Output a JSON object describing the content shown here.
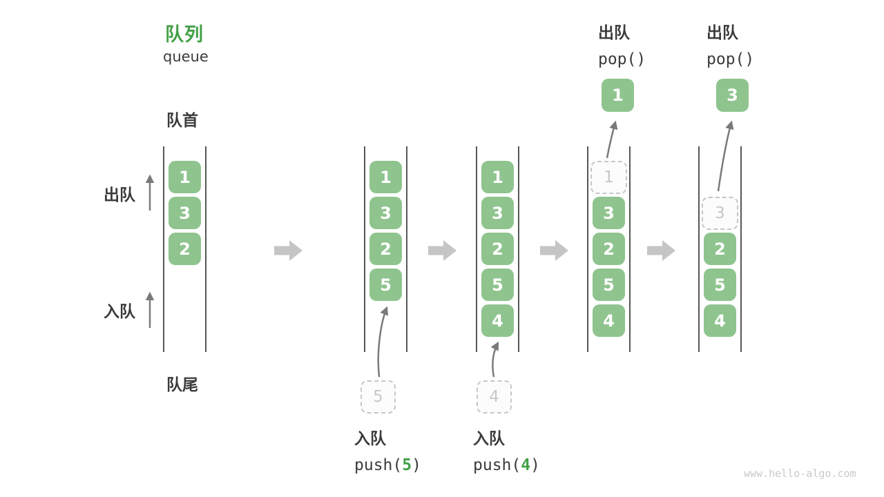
{
  "title": {
    "zh": "队列",
    "en": "queue"
  },
  "side_labels": {
    "front": "队首",
    "rear": "队尾",
    "dequeue": "出队",
    "enqueue": "入队"
  },
  "colors": {
    "box_green": "#8fc48f",
    "accent_green": "#43a047",
    "text_dark": "#3b3b3b",
    "muted_gray": "#c6c6c6",
    "block_arrow_gray": "#c5c5c5",
    "thin_arrow_gray": "#7a7a7a",
    "container_line": "#565656"
  },
  "states": [
    {
      "name": "initial",
      "slots": [
        {
          "value": "1",
          "type": "solid"
        },
        {
          "value": "3",
          "type": "solid"
        },
        {
          "value": "2",
          "type": "solid"
        }
      ]
    },
    {
      "name": "after-push-5",
      "slots": [
        {
          "value": "1",
          "type": "solid"
        },
        {
          "value": "3",
          "type": "solid"
        },
        {
          "value": "2",
          "type": "solid"
        },
        {
          "value": "5",
          "type": "solid"
        }
      ]
    },
    {
      "name": "after-push-4",
      "slots": [
        {
          "value": "1",
          "type": "solid"
        },
        {
          "value": "3",
          "type": "solid"
        },
        {
          "value": "2",
          "type": "solid"
        },
        {
          "value": "5",
          "type": "solid"
        },
        {
          "value": "4",
          "type": "solid"
        }
      ]
    },
    {
      "name": "after-pop-1",
      "slots": [
        {
          "value": "1",
          "type": "dashed"
        },
        {
          "value": "3",
          "type": "solid"
        },
        {
          "value": "2",
          "type": "solid"
        },
        {
          "value": "5",
          "type": "solid"
        },
        {
          "value": "4",
          "type": "solid"
        }
      ]
    },
    {
      "name": "after-pop-3",
      "slots": [
        {
          "value": "3",
          "type": "dashed"
        },
        {
          "value": "2",
          "type": "solid"
        },
        {
          "value": "5",
          "type": "solid"
        },
        {
          "value": "4",
          "type": "solid"
        }
      ]
    }
  ],
  "operations": {
    "push5": {
      "label": "入队",
      "code_before": "push(",
      "arg": "5",
      "code_after": ")",
      "staged_value": "5"
    },
    "push4": {
      "label": "入队",
      "code_before": "push(",
      "arg": "4",
      "code_after": ")",
      "staged_value": "4"
    },
    "pop1": {
      "label": "出队",
      "code": "pop()",
      "popped_value": "1"
    },
    "pop2": {
      "label": "出队",
      "code": "pop()",
      "popped_value": "3"
    }
  },
  "watermark": "www.hello-algo.com"
}
